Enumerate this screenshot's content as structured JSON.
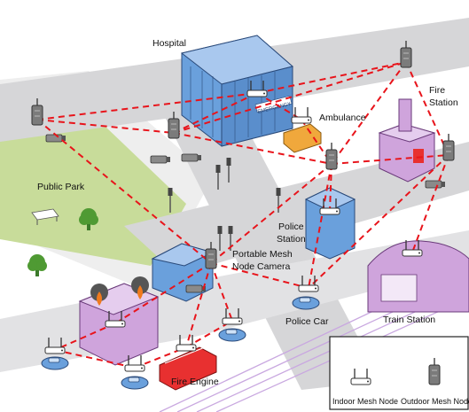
{
  "labels": {
    "hospital": "Hospital",
    "ambulance": "Ambulance",
    "fire_station": [
      "Fire",
      "Station"
    ],
    "public_park": "Public Park",
    "police_station": [
      "Police",
      "Station"
    ],
    "portable_camera": [
      "Portable Mesh",
      "Node Camera"
    ],
    "police_car": "Police Car",
    "train_station": "Train Station",
    "fire_engine": "Fire Engine",
    "emergency_sign": "EMERGENCY"
  },
  "legend": {
    "indoor": "Indoor Mesh Node",
    "outdoor": "Outdoor Mesh Node"
  },
  "colors": {
    "link": "#e8141b",
    "road": "#d6d6d8",
    "sidewalk": "#eeeeee",
    "park": "#c8dc9a",
    "hospital": "#6aa0dc",
    "fire_station": "#cfa4dc",
    "police_station": "#6aa0dc",
    "burning_building": "#cfa4dc",
    "train_station": "#cfa4dc",
    "ambulance": "#f0a83c",
    "fire_engine": "#e83030",
    "car": "#6aa0dc"
  }
}
